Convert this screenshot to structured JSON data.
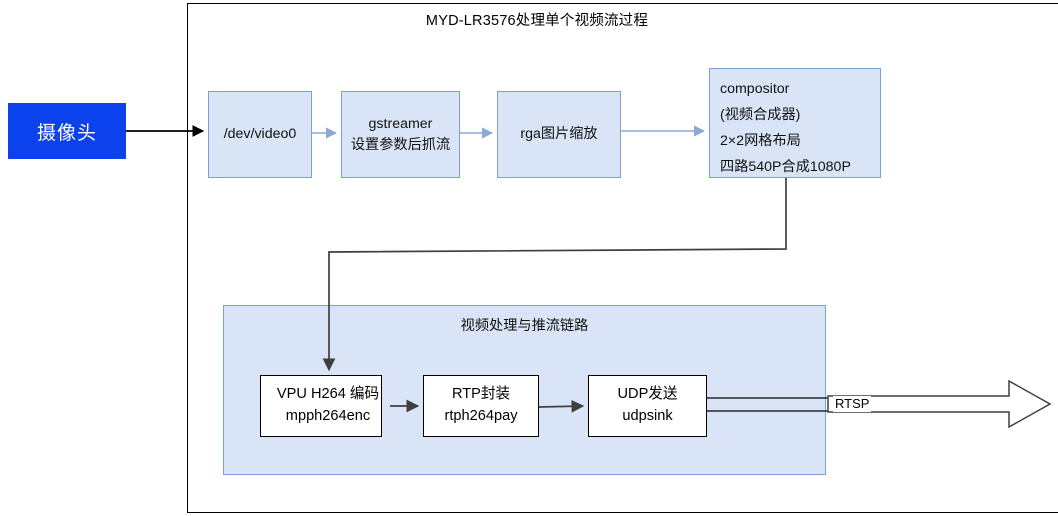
{
  "diagram": {
    "title": "MYD-LR3576处理单个视频流过程",
    "source": {
      "label": "摄像头",
      "color": "#0b42ed",
      "text_color": "#ffffff"
    },
    "nodes": [
      {
        "name": "video0",
        "label": "/dev/video0"
      },
      {
        "name": "gstreamer",
        "line1": "gstreamer",
        "line2": "设置参数后抓流"
      },
      {
        "name": "rga",
        "label": "rga图片缩放"
      },
      {
        "name": "compositor",
        "lines": [
          "compositor",
          "(视频合成器)",
          "2×2网格布局",
          "四路540P合成1080P"
        ]
      }
    ],
    "chain": {
      "title": "视频处理与推流链路",
      "nodes": [
        {
          "name": "vpu",
          "line1": "VPU H264 编码",
          "line2": "mpph264enc"
        },
        {
          "name": "rtp",
          "line1": "RTP封装",
          "line2": "rtph264pay"
        },
        {
          "name": "udp",
          "line1": "UDP发送",
          "line2": "udpsink"
        }
      ]
    },
    "output": {
      "label": "RTSP"
    },
    "colors": {
      "node_fill": "#d9e4f7",
      "node_stroke": "#7e9ed4",
      "connector_blue": "#8ba9d8",
      "connector_black": "#3f3f3f",
      "frame": "#000000"
    }
  }
}
